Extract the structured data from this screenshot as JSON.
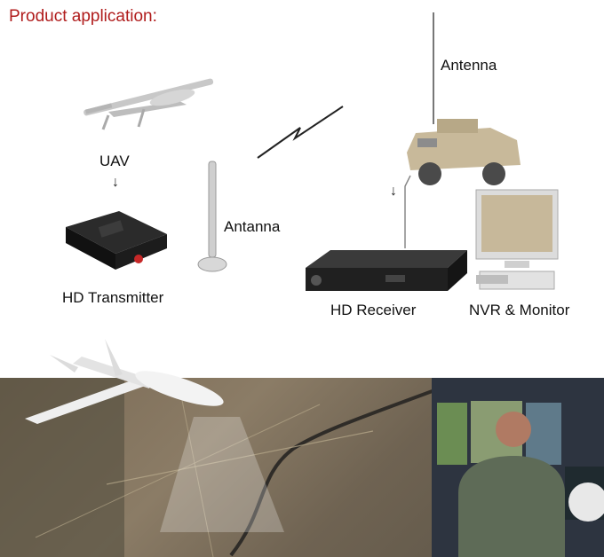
{
  "header": {
    "title": "Product application:"
  },
  "labels": {
    "uav": "UAV",
    "transmitter_antenna": "Antanna",
    "hd_transmitter": "HD Transmitter",
    "receiver_antenna": "Antenna",
    "hd_receiver": "HD Receiver",
    "nvr_monitor": "NVR & Monitor"
  },
  "icons": [
    "uav-icon",
    "transmitter-icon",
    "antenna-icon",
    "wireless-link-icon",
    "armored-vehicle-icon",
    "receiver-icon",
    "monitor-icon",
    "drone-icon",
    "operator-icon"
  ]
}
